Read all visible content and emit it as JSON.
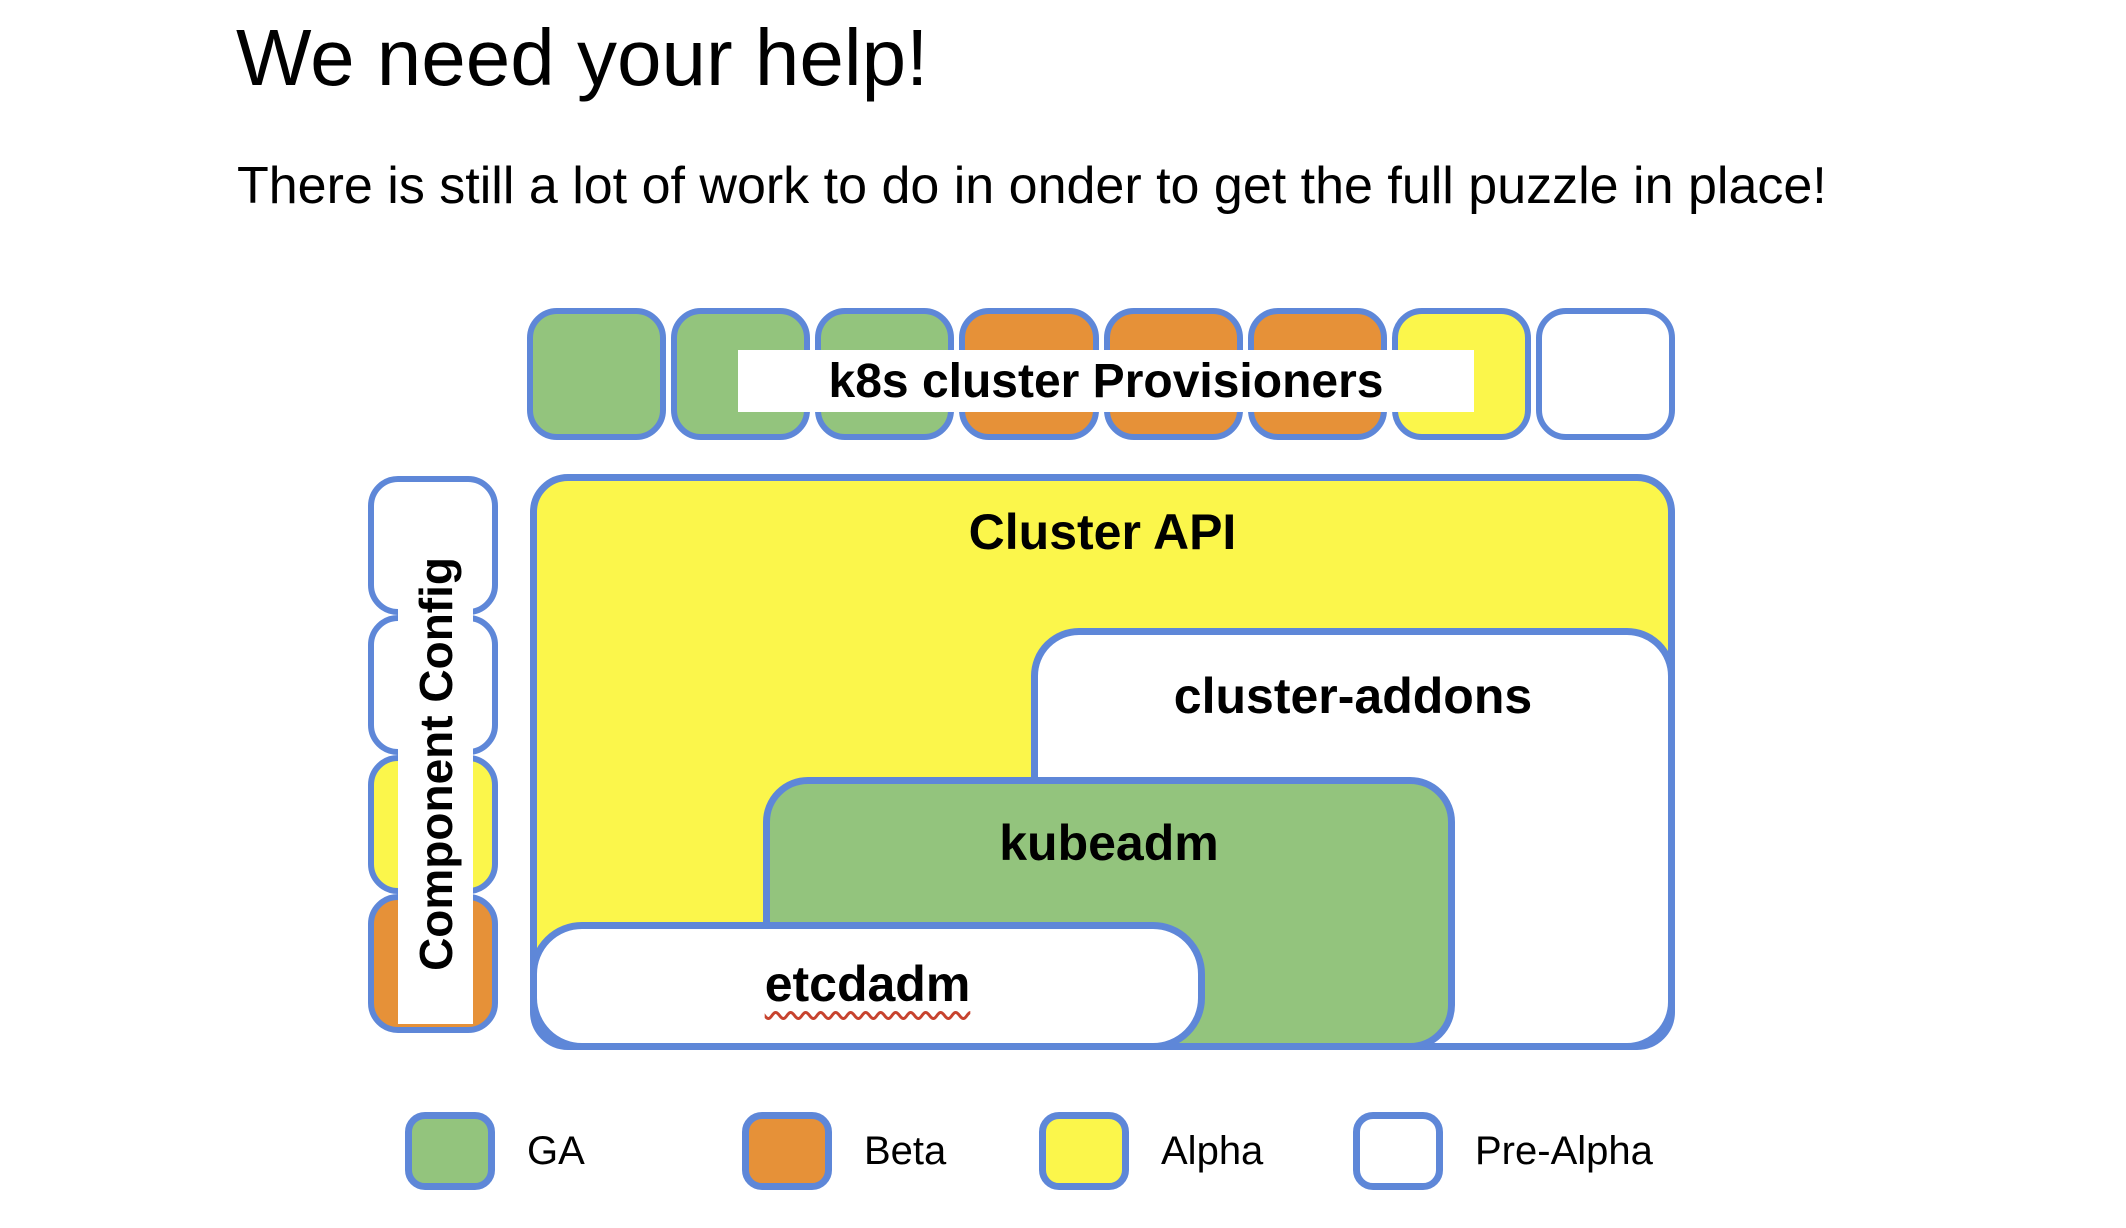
{
  "slide": {
    "title": "We need your help!",
    "subtitle": "There is still a lot of work to do in onder to get the full puzzle in place!"
  },
  "colors": {
    "ga": "#93c47d",
    "beta": "#e69138",
    "alpha": "#fbf64b",
    "prealpha": "#ffffff",
    "border": "#5e87d8",
    "squiggle": "#c7432e"
  },
  "puzzle": {
    "provisioners": {
      "label": "k8s cluster Provisioners",
      "pieces": [
        "ga",
        "ga",
        "ga",
        "beta",
        "beta",
        "beta",
        "alpha",
        "prealpha"
      ]
    },
    "component_config": {
      "label": "Component Config",
      "pieces": [
        "prealpha",
        "prealpha",
        "alpha",
        "beta"
      ]
    },
    "boxes": [
      {
        "label": "Cluster API",
        "status": "alpha"
      },
      {
        "label": "cluster-addons",
        "status": "prealpha"
      },
      {
        "label": "kubeadm",
        "status": "ga"
      },
      {
        "label": "etcdadm",
        "status": "prealpha"
      }
    ]
  },
  "legend": {
    "items": [
      {
        "label": "GA",
        "status": "ga"
      },
      {
        "label": "Beta",
        "status": "beta"
      },
      {
        "label": "Alpha",
        "status": "alpha"
      },
      {
        "label": "Pre-Alpha",
        "status": "prealpha"
      }
    ]
  }
}
